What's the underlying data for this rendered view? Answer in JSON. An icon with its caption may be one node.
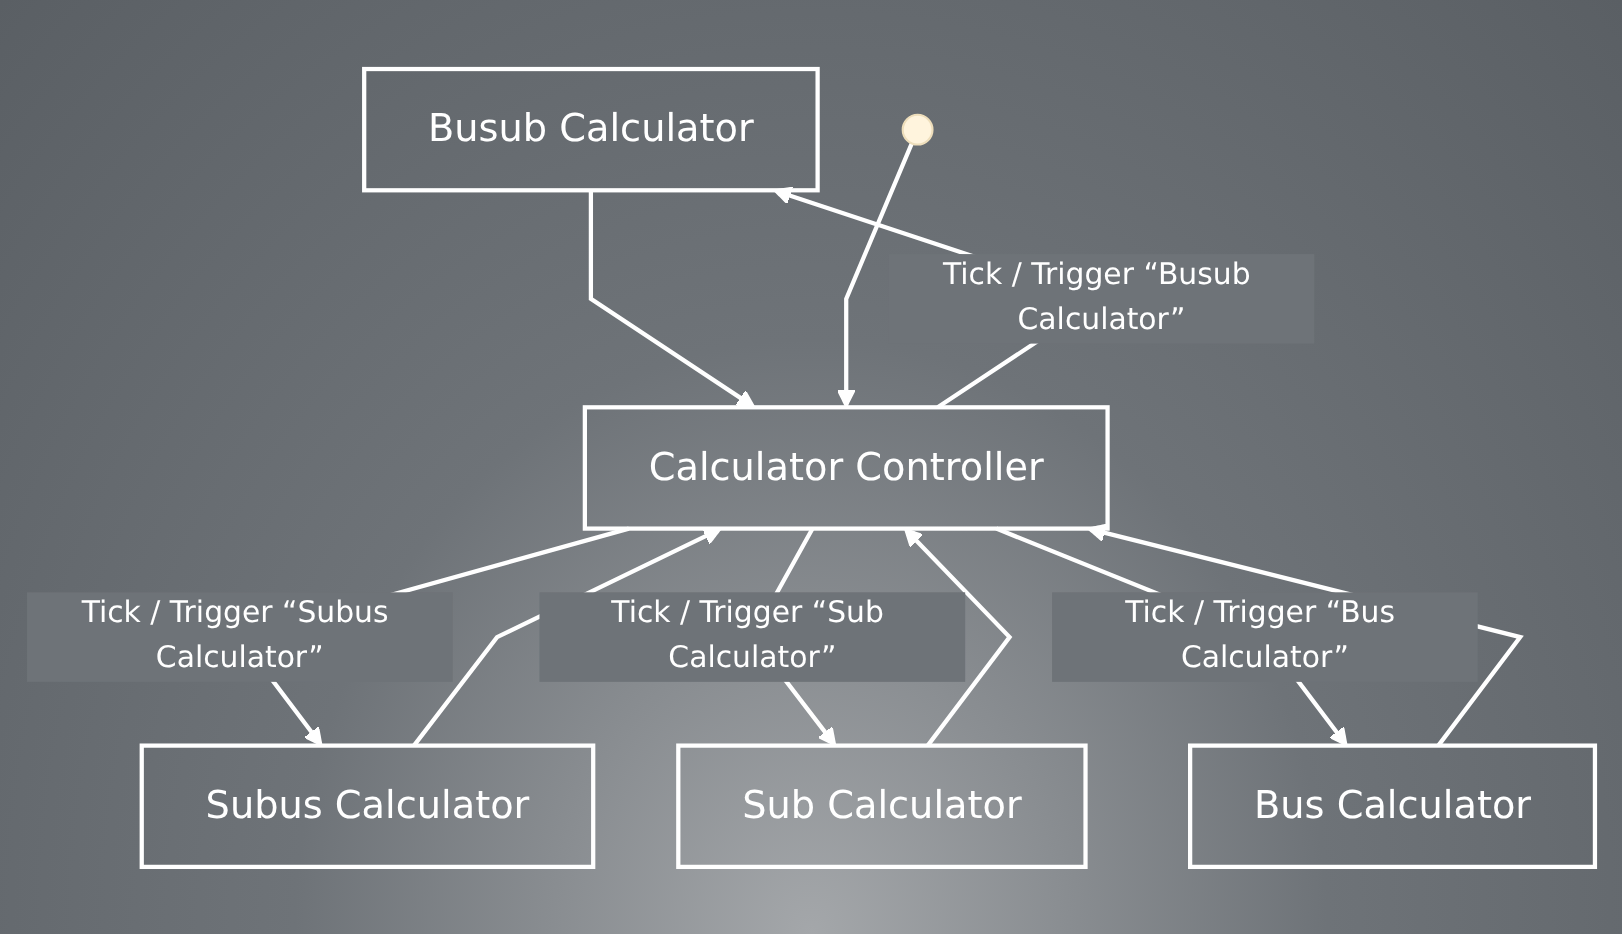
{
  "diagram": {
    "nodes": [
      {
        "text": [
          "Busub Calculator"
        ]
      },
      {
        "text": [
          "Subus Calculator"
        ]
      },
      {
        "text": [],
        "shape": "circle"
      },
      {
        "text": [
          "Calculator Controller"
        ]
      },
      {
        "text": [
          "Sub Calculator"
        ]
      },
      {
        "text": [
          "Bus Calculator"
        ]
      }
    ],
    "edges": [
      {
        "from": 3,
        "to": 0,
        "arrow": "to",
        "label": "Tick / Trigger “Busub Calculator”"
      },
      {
        "from": 0,
        "to": 3,
        "arrow": "to"
      },
      {
        "from": 3,
        "to": 1,
        "arrow": "to",
        "label": "Tick / Trigger “Subus Calculator”"
      },
      {
        "from": 1,
        "to": 3,
        "arrow": "to"
      },
      {
        "from": 2,
        "to": 3,
        "arrow": "to"
      },
      {
        "from": 3,
        "to": 4,
        "arrow": "to",
        "label": "Tick / Trigger “Sub Calculator”"
      },
      {
        "from": 4,
        "to": 3,
        "arrow": "to"
      },
      {
        "from": 5,
        "to": 3,
        "arrow": "to"
      },
      {
        "from": 3,
        "to": 5,
        "arrow": "to",
        "label": "Tick / Trigger “Bus Calculator”"
      }
    ]
  }
}
